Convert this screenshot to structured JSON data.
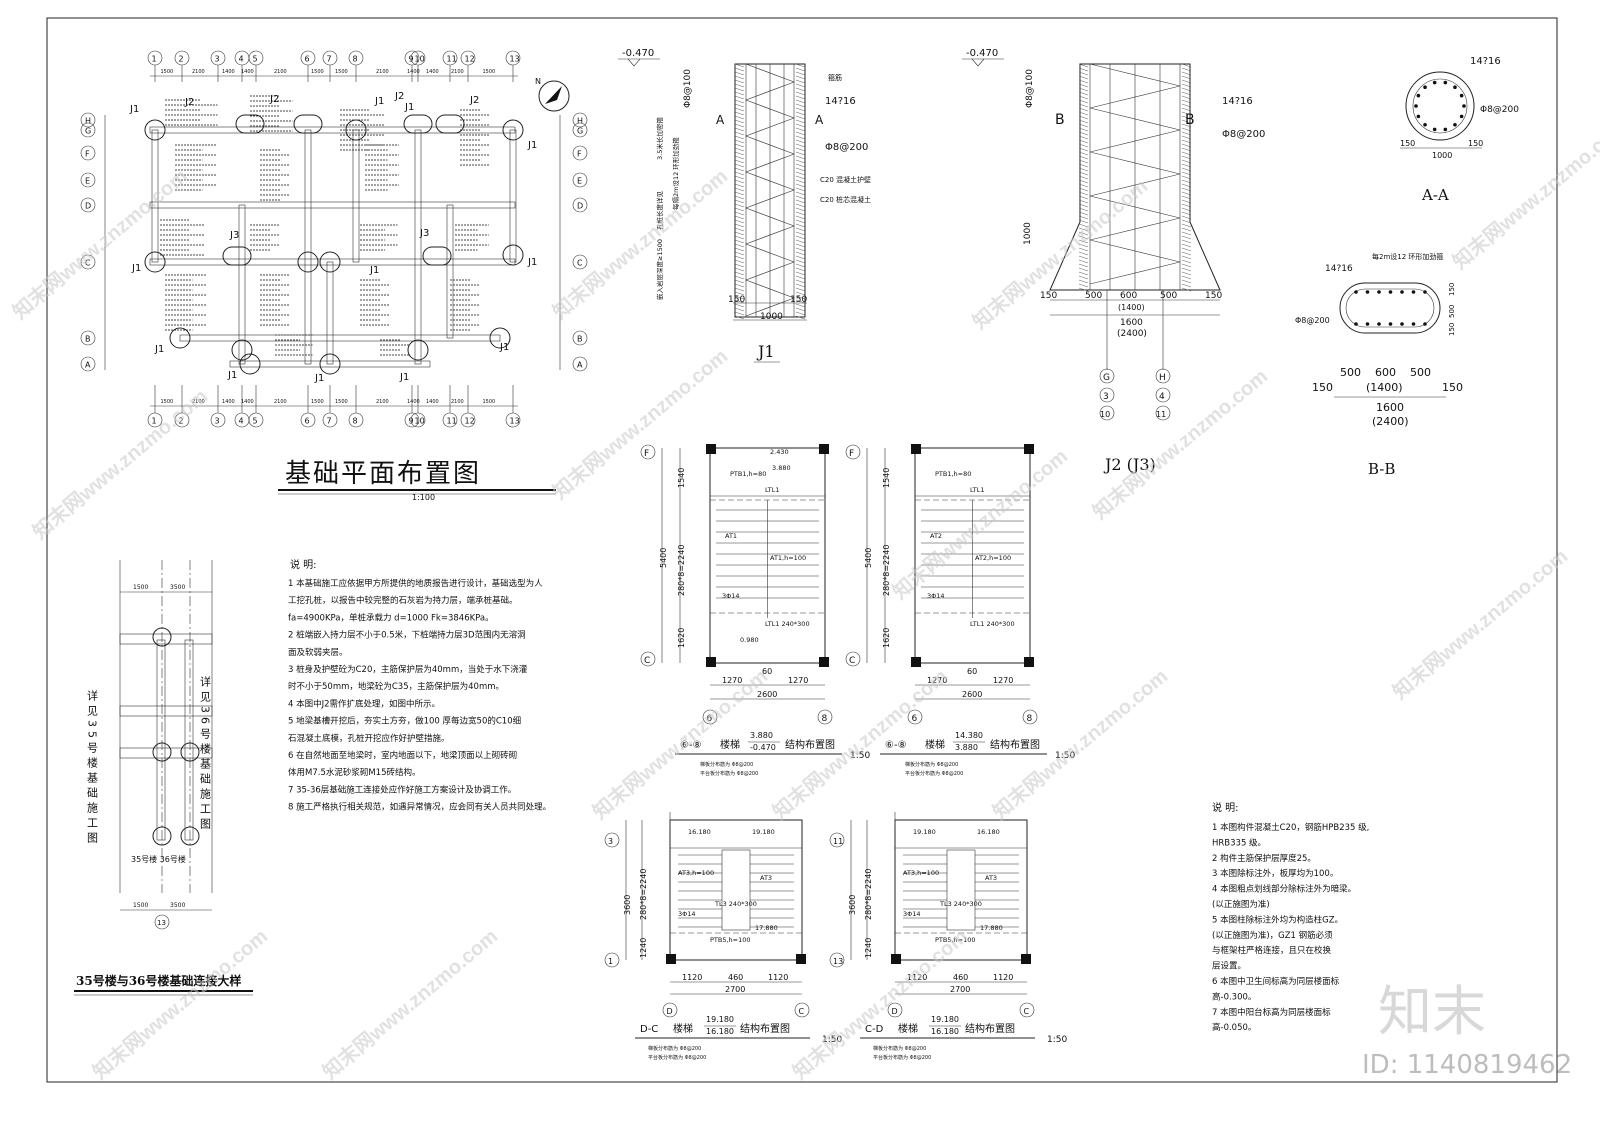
{
  "plan": {
    "title": "基础平面布置图",
    "title_scale_text": "1:100",
    "axis_numbers": [
      "1",
      "2",
      "3",
      "4",
      "5",
      "6",
      "7",
      "8",
      "9",
      "10",
      "11",
      "12",
      "13"
    ],
    "axis_letters": [
      "H",
      "G",
      "F",
      "E",
      "D",
      "C",
      "B",
      "A"
    ],
    "foundation_labels": [
      "J1",
      "J2",
      "J3"
    ],
    "north_label": "N",
    "dims_top": [
      "1500",
      "2100",
      "1400",
      "1400",
      "2100",
      "1500",
      "1500",
      "2100",
      "1400",
      "1400",
      "2100",
      "1500"
    ]
  },
  "notes_left": {
    "heading": "说  明:",
    "lines": [
      "1 本基础施工应依据甲方所提供的地质报告进行设计，基础选型为人",
      "  工挖孔桩，以报告中较完整的石灰岩为持力层，端承桩基础。",
      "  fa=4900KPa，单桩承载力  d=1000  Fk=3846KPa。",
      "2 桩端嵌入持力层不小于0.5米，下桩端持力层3D范围内无溶洞",
      "  面及软弱夹层。",
      "3 桩身及护壁砼为C20，主筋保护层为40mm，当处于水下浇灌",
      "  时不小于50mm，地梁砼为C35，主筋保护层为40mm。",
      "4 本图中J2需作扩底处理，如图中所示。",
      "5 地梁基槽开挖后，夯实土方夯，做100 厚每边宽50的C10细",
      "  石混凝土底模，孔桩开挖应作好护壁措施。",
      "6 在自然地面至地梁时，室内地面以下，地梁顶面以上砌砖砌",
      "  体用M7.5水泥砂浆砌M15砖结构。",
      "7 35-36层基础施工连接处应作好施工方案设计及协调工作。",
      "8 施工严格执行相关规范，如遇异常情况，应会同有关人员共同处理。"
    ]
  },
  "notes_right": {
    "heading": "说  明:",
    "lines": [
      "1  本图构件混凝土C20，钢筋HPB235  级,",
      "   HRB335  级。",
      "2  构件主筋保护层厚度25。",
      "3  本图除标注外，板厚均为100。",
      "4  本图粗点划线部分除标注外为暗梁。",
      "   (以正施图为准)",
      "5  本图柱除标注外均为构造柱GZ。",
      "   (以正施图为准)，GZ1 钢筋必须",
      "   与框架柱严格连接，且只在校换",
      "   层设置。",
      "6  本图中卫生间标高为同层楼面标",
      "   高-0.300。",
      "7  本图中阳台标高为同层楼面标",
      "   高-0.050。"
    ]
  },
  "detail_j1": {
    "label": "J1",
    "level": "-0.470",
    "section_letter": "A",
    "rebar_main": "14?16",
    "rebar_stirrup": "Φ8@200",
    "stirrup_dense": "Φ8@100",
    "dims_bottom": [
      "150",
      "1000",
      "150"
    ],
    "notes": [
      "箍筋",
      "每隔2m设12 环形加劲箍",
      "C20 混凝土护壁",
      "C20 桩芯混凝土",
      "3.5米长加密箍",
      "孔桩长度详见",
      "嵌入岩层深度≥1500"
    ]
  },
  "detail_j2": {
    "label": "J2 (J3)",
    "level": "-0.470",
    "section_letter": "B",
    "rebar_main": "14?16",
    "rebar_stirrup": "Φ8@200",
    "stirrup_dense": "Φ8@100",
    "dim_1000": "1000",
    "dims_bottom": [
      "150",
      "500",
      "600",
      "500",
      "150"
    ],
    "dim_total": "1600",
    "dim_total_alt": "(2400)",
    "dim_mid_alt": "(1400)",
    "axis_bottom": [
      "G",
      "H",
      "3",
      "4",
      "10",
      "11"
    ]
  },
  "detail_aa": {
    "label": "A-A",
    "rebar_main": "14?16",
    "rebar_stirrup": "Φ8@200",
    "dims": [
      "150",
      "1000",
      "150"
    ]
  },
  "detail_bb": {
    "label": "B-B",
    "rebar_main": "14?16",
    "rebar_stirrup": "Φ8@200",
    "ring_note": "每2m设12 环形加劲箍",
    "dims_top": [
      "500",
      "600",
      "500"
    ],
    "dim_mid_alt": "(1400)",
    "dims_side": [
      "150",
      "150"
    ],
    "dims_right": [
      "150",
      "500",
      "150"
    ],
    "dim_total": "1600",
    "dim_total_alt": "(2400)"
  },
  "stair1": {
    "caption_prefix": "⑥-⑧",
    "caption_word": "楼梯",
    "level_top": "3.880",
    "level_bottom": "-0.470",
    "caption_tail": "结构布置图",
    "scale": "1:50",
    "axis_left_top": "F",
    "axis_left_bottom": "C",
    "axis_bottom": [
      "6",
      "8"
    ],
    "dims_left": [
      "1540",
      "5400",
      "280*8=2240",
      "1620"
    ],
    "dims_bottom": [
      "1270",
      "60",
      "1270",
      "2600"
    ],
    "labels": [
      "PTB1,h=80",
      "LTL1",
      "AT1",
      "AT1,h=100",
      "3Φ14",
      "LTL1 240*300",
      "2.430",
      "3.880",
      "0.980"
    ],
    "footnotes": [
      "梯板分布筋为 Φ8@200",
      "平台板分布筋为 Φ8@200"
    ]
  },
  "stair2": {
    "caption_prefix": "⑥-⑧",
    "caption_word": "楼梯",
    "level_top": "14.380",
    "level_bottom": "3.880",
    "caption_tail": "结构布置图",
    "scale": "1:50",
    "axis_left_top": "F",
    "axis_left_bottom": "C",
    "axis_bottom": [
      "6",
      "8"
    ],
    "dims_left": [
      "1540",
      "5400",
      "280*8=2240",
      "1620"
    ],
    "dims_bottom": [
      "1270",
      "60",
      "1270",
      "2600"
    ],
    "labels": [
      "PTB1,h=80",
      "LTL1",
      "AT2",
      "AT2,h=100",
      "3Φ14",
      "LTL1 240*300"
    ],
    "footnotes": [
      "梯板分布筋为 Φ8@200",
      "平台板分布筋为 Φ8@200"
    ]
  },
  "stair3": {
    "caption_prefix": "D-C",
    "caption_word": "楼梯",
    "level_top": "19.180",
    "level_bottom": "16.180",
    "caption_tail": "结构布置图",
    "scale": "1:50",
    "axis_left_top": "3",
    "axis_left_bottom": "1",
    "axis_bottom": [
      "D",
      "C"
    ],
    "dims_left": [
      "3600",
      "280*8=2240",
      "1240"
    ],
    "dims_bottom": [
      "1120",
      "460",
      "1120",
      "2700"
    ],
    "labels": [
      "16.180",
      "19.180",
      "AT3,h=100",
      "AT3",
      "TL3 240*300",
      "PTB5,h=100",
      "17.880",
      "3Φ14"
    ],
    "footnotes": [
      "梯板分布筋为 Φ8@200",
      "平台板分布筋为 Φ8@200"
    ]
  },
  "stair4": {
    "caption_prefix": "C-D",
    "caption_word": "楼梯",
    "level_top": "19.180",
    "level_bottom": "16.180",
    "caption_tail": "结构布置图",
    "scale": "1:50",
    "axis_left_top": "11",
    "axis_left_bottom": "13",
    "axis_bottom": [
      "D",
      "C"
    ],
    "dims_left": [
      "3600",
      "280*8=2240",
      "1240"
    ],
    "dims_bottom": [
      "1120",
      "460",
      "1120",
      "2700"
    ],
    "labels": [
      "19.180",
      "16.180",
      "AT3,h=100",
      "AT3",
      "TL3 240*300",
      "PTB5,h=100",
      "17.880",
      "3Φ14"
    ],
    "footnotes": [
      "梯板分布筋为 Φ8@200",
      "平台板分布筋为 Φ8@200"
    ]
  },
  "connection": {
    "title": "35号楼与36号楼基础连接大样",
    "left_note": "详见35号楼基础施工图",
    "right_note": "详见36号楼基础施工图",
    "bottom_label": "35号楼  36号楼",
    "axis_bottom": "13",
    "dims_top": [
      "1500",
      "3500"
    ]
  },
  "watermarks": [
    "知末网www.znzmo.com"
  ],
  "brand": {
    "logo_text": "知末",
    "id_text": "ID: 1140819462"
  }
}
